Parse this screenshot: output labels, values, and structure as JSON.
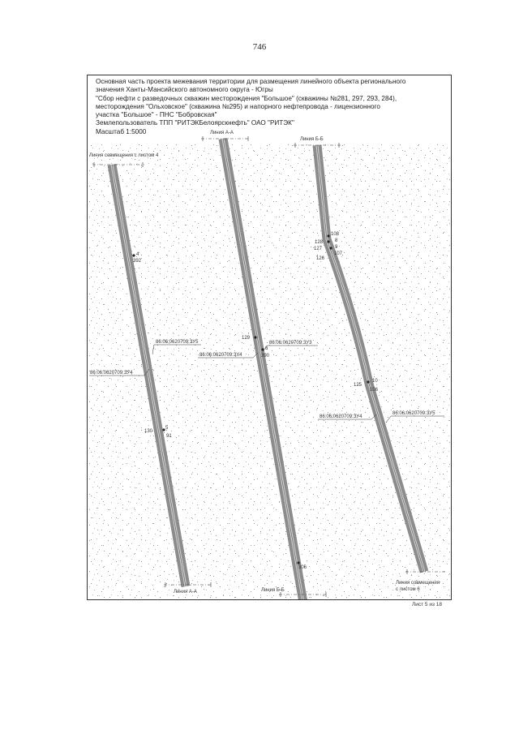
{
  "page_number": "746",
  "header": {
    "lines": [
      "Основная часть проекта межевания территории для размещения линейного объекта регионального",
      "значения Ханты-Мансийского автономного округа - Югры",
      "\"Сбор нефти с разведочных скважин месторождения \"Большое\" (скважины №281, 297, 293, 284),",
      "месторождения \"Ольховское\" (скважина №295) и напорного нефтепровода - лицензионного",
      "участка \"Большое\" - ПНС \"Бобровская\"",
      "Землепользователь ТПП \"РИТЭКБелоярскнефть\" ОАО \"РИТЭК\"",
      "Масштаб 1:5000"
    ]
  },
  "labels": {
    "sovm4": "Линия совмещения с листом 4",
    "liniya_aa_top": "Линия А-А",
    "liniya_bb_top": "Линия Б-Б",
    "liniya_aa_bottom": "Линия А-А",
    "liniya_bb_bottom": "Линия Б-Б",
    "sovm6_line1": "Линия совмещения",
    "sovm6_line2": "с листом 6"
  },
  "parcels": {
    "p1": "86:06:0620709:ЗУ5",
    "p2": "86:06:0620709:ЗУ4",
    "p3": "86:06:0620709:ЗУ3",
    "p4": "86:06:0620709:ЗУ4",
    "p5": "86:06:0620709:ЗУ4",
    "p6": "86:06:0620709:ЗУ5"
  },
  "points": {
    "a1": "4",
    "a2": "392",
    "a3": "130",
    "a4": "5",
    "a5": "91",
    "b1": "129",
    "b2": "6",
    "b3": "390",
    "b4": "306",
    "c1": "128",
    "c2": "127",
    "c3": "126",
    "c4": "108",
    "c5": "8",
    "c6": "9",
    "c7": "107",
    "c8": "125",
    "c9": "10",
    "c10": "106"
  },
  "sheet_label": "Лист 5 из 18"
}
